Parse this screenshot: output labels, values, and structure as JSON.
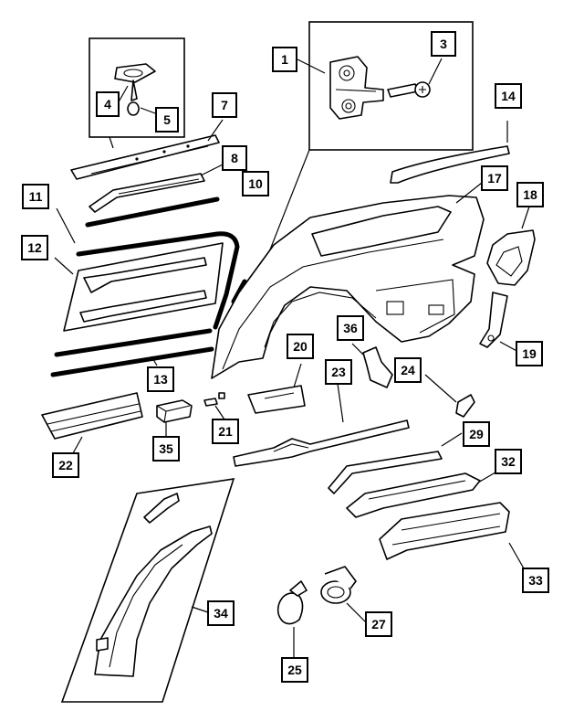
{
  "diagram": {
    "callouts": [
      {
        "id": "1",
        "label": "1"
      },
      {
        "id": "3",
        "label": "3"
      },
      {
        "id": "4",
        "label": "4"
      },
      {
        "id": "5",
        "label": "5"
      },
      {
        "id": "7",
        "label": "7"
      },
      {
        "id": "8",
        "label": "8"
      },
      {
        "id": "10",
        "label": "10"
      },
      {
        "id": "11",
        "label": "11"
      },
      {
        "id": "12",
        "label": "12"
      },
      {
        "id": "13",
        "label": "13"
      },
      {
        "id": "14",
        "label": "14"
      },
      {
        "id": "17",
        "label": "17"
      },
      {
        "id": "18",
        "label": "18"
      },
      {
        "id": "19",
        "label": "19"
      },
      {
        "id": "20",
        "label": "20"
      },
      {
        "id": "21",
        "label": "21"
      },
      {
        "id": "22",
        "label": "22"
      },
      {
        "id": "23",
        "label": "23"
      },
      {
        "id": "24",
        "label": "24"
      },
      {
        "id": "25",
        "label": "25"
      },
      {
        "id": "27",
        "label": "27"
      },
      {
        "id": "29",
        "label": "29"
      },
      {
        "id": "32",
        "label": "32"
      },
      {
        "id": "33",
        "label": "33"
      },
      {
        "id": "34",
        "label": "34"
      },
      {
        "id": "35",
        "label": "35"
      },
      {
        "id": "36",
        "label": "36"
      }
    ]
  }
}
